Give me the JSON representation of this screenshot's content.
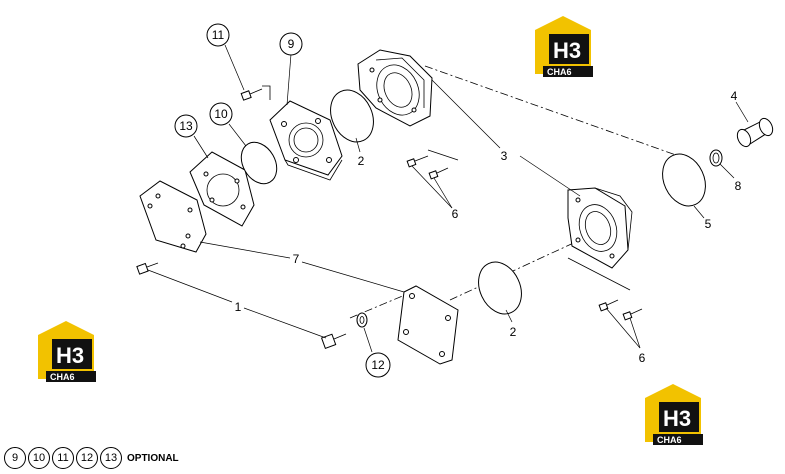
{
  "callouts": {
    "c1": "1",
    "c2a": "2",
    "c2b": "2",
    "c3": "3",
    "c4": "4",
    "c5": "5",
    "c6a": "6",
    "c6b": "6",
    "c7": "7",
    "c8": "8",
    "c9": "9",
    "c10": "10",
    "c11": "11",
    "c12": "12",
    "c13": "13"
  },
  "logo": {
    "mark": "H3",
    "caption": "CHA6",
    "accent_color": "#f2c200",
    "dark_color": "#111111"
  },
  "legend": {
    "items": [
      "9",
      "10",
      "11",
      "12",
      "13"
    ],
    "label": "OPTIONAL"
  }
}
